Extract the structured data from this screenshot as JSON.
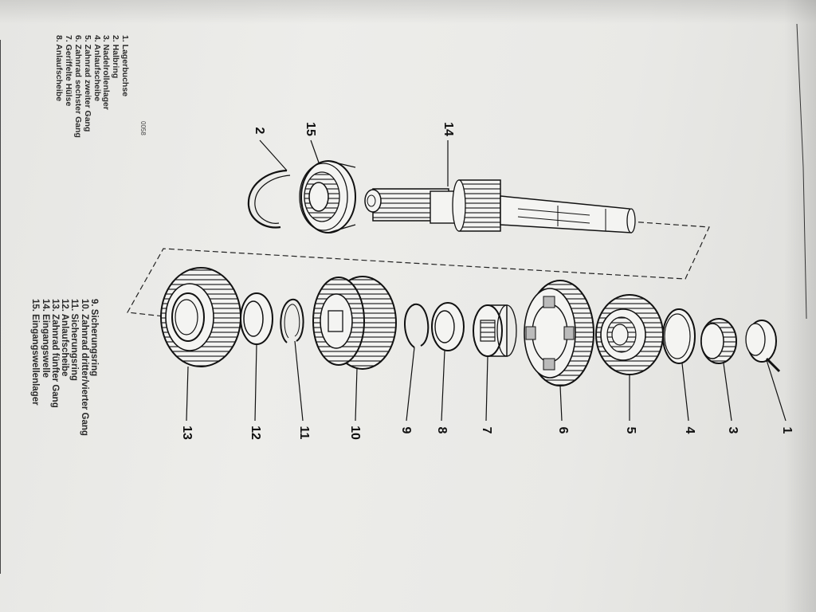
{
  "legend_left": [
    "1. Lagerbuchse",
    "2. Halbring",
    "3. Nadelrollenlager",
    "4. Anlaufscheibe",
    "5. Zahnrad zweiter Gang",
    "6. Zahnrad sechster Gang",
    "7. Geriffelte Hülse",
    "8. Anlaufscheibe"
  ],
  "legend_right": [
    "9. Sicherungsring",
    "10. Zahnrad dritter/vierter Gang",
    "11. Sicherungsring",
    "12. Anlaufscheibe",
    "13. Zahnrad fünfter Gang",
    "14. Eingangswelle",
    "15. Eingangswellenlager"
  ],
  "figure_code": "0058",
  "callouts": [
    "1",
    "2",
    "3",
    "4",
    "5",
    "6",
    "7",
    "8",
    "9",
    "10",
    "11",
    "12",
    "13",
    "14",
    "15"
  ],
  "colors": {
    "paper": "#ebebe8",
    "ink": "#1a1a1a",
    "desk": "#6b6864"
  }
}
